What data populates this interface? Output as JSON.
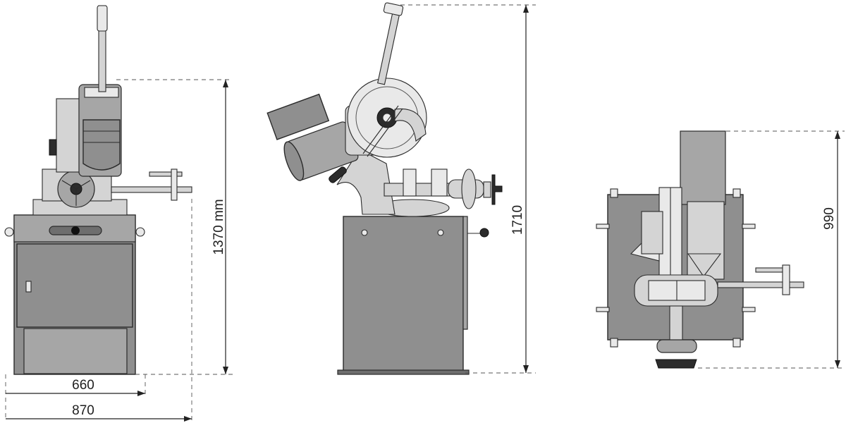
{
  "dimensions": {
    "front_width_base": "660",
    "front_width_total": "870",
    "front_height": "1370 mm",
    "side_height": "1710",
    "top_depth": "990"
  },
  "colors": {
    "machine_body": "#8f8f8f",
    "machine_light": "#a6a6a6",
    "metal_parts": "#d4d4d4",
    "dimension_lines": "#222222"
  }
}
